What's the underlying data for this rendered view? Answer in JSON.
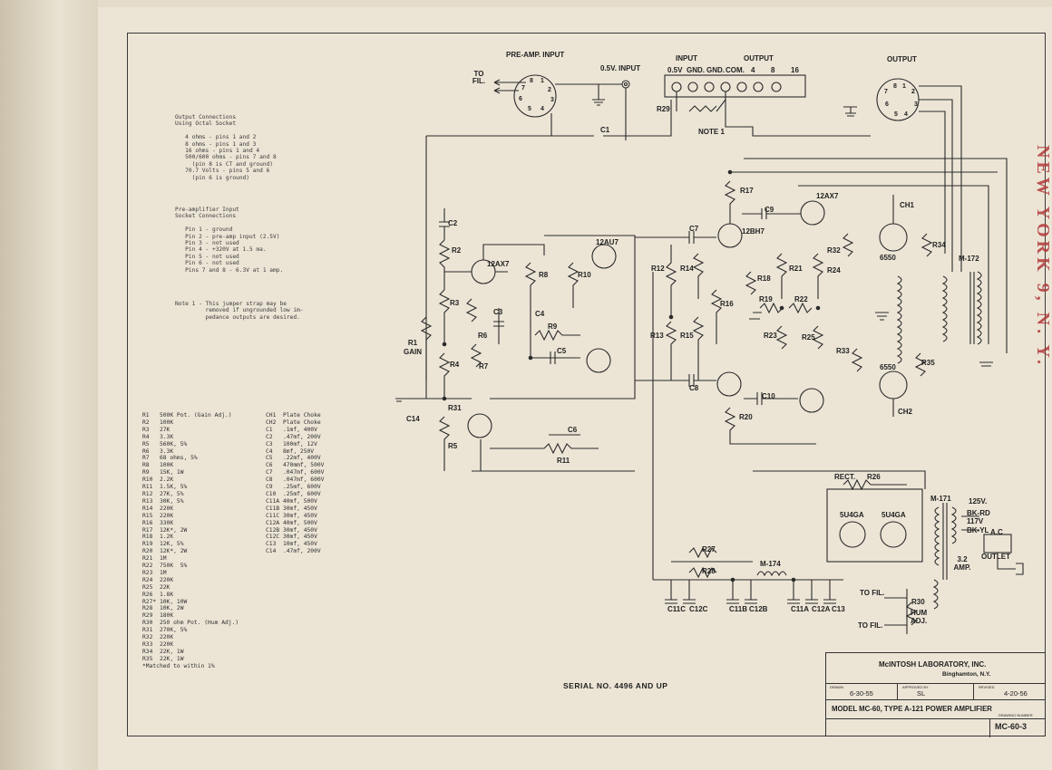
{
  "stamp": "NEW YORK 9, N. Y.",
  "serial": "SERIAL NO. 4496 AND UP",
  "notes": {
    "output_connections": "Output Connections\nUsing Octal Socket\n\n   4 ohms - pins 1 and 2\n   8 ohms - pins 1 and 3\n   16 ohms - pins 1 and 4\n   500/600 ohms - pins 7 and 8\n     (pin 8 is CT and ground)\n   70.7 Volts - pins 5 and 6\n     (pin 6 is ground)",
    "preamp_input": "Pre-amplifier Input\nSocket Connections\n\n   Pin 1 - ground\n   Pin 2 - pre-amp input (2.5V)\n   Pin 3 - not used\n   Pin 4 - +320V at 1.5 ma.\n   Pin 5 - not used\n   Pin 6 - not used\n   Pins 7 and 8 - 6.3V at 1 amp.",
    "note1": "Note 1 - This jumper strap may be\n         removed if ungrounded low im-\n         pedance outputs are desired."
  },
  "parts_resistors": [
    "R1   500K Pot. (Gain Adj.)",
    "R2   100K",
    "R3   27K",
    "R4   3.3K",
    "R5   560K, 5%",
    "R6   3.3K",
    "R7   68 ohms, 5%",
    "R8   100K",
    "R9   15K, 1W",
    "R10  2.2K",
    "R11  1.5K, 5%",
    "R12  27K, 5%",
    "R13  30K, 5%",
    "R14  220K",
    "R15  220K",
    "R16  330K",
    "R17  12K*, 2W",
    "R18  1.2K",
    "R19  12K, 5%",
    "R20  12K*, 2W",
    "R21  1M",
    "R22  750K  5%",
    "R23  1M",
    "R24  220K",
    "R25  22K",
    "R26  1.8K",
    "R27* 10K, 10W",
    "R28  10K, 2W",
    "R29  180K",
    "R30  250 ohm Pot. (Hum Adj.)",
    "R31  270K, 5%",
    "R32  220K",
    "R33  220K",
    "R34  22K, 1W",
    "R35  22K, 1W",
    "*Matched to within 1%"
  ],
  "parts_caps": [
    "CH1  Plate Choke",
    "CH2  Plate Choke",
    "",
    "C1   .1mf, 400V",
    "C2   .47mf, 200V",
    "C3   100mf, 12V",
    "C4   8mf, 250V",
    "C5   .22mf, 400V",
    "C6   470mmf, 500V",
    "C7   .047mf, 600V",
    "C8   .047mf, 600V",
    "C9   .25mf, 600V",
    "C10  .25mf, 600V",
    "C11A 40mf, 500V",
    "C11B 30mf, 450V",
    "C11C 30mf, 450V",
    "C12A 40mf, 500V",
    "C12B 30mf, 450V",
    "C12C 30mf, 450V",
    "C13  10mf, 450V",
    "C14  .47mf, 200V"
  ],
  "labels": {
    "preamp_input": "PRE-AMP. INPUT",
    "to_fil": "TO FIL.",
    "input_05v": "0.5V. INPUT",
    "input_group": "INPUT",
    "output_group": "OUTPUT",
    "terminals": [
      "0.5V",
      "GND.",
      "GND.",
      "COM.",
      "4",
      "8",
      "16"
    ],
    "output": "OUTPUT",
    "note1": "NOTE 1",
    "r29": "R29",
    "c1": "C1",
    "c2": "C2",
    "r1_gain": "R1 GAIN",
    "c14": "C14",
    "r2": "R2",
    "r3": "R3",
    "r4": "R4",
    "r5": "R5",
    "r6": "R6",
    "r7": "R7",
    "r31": "R31",
    "c3": "C3",
    "c4": "C4",
    "c5": "C5",
    "r8": "R8",
    "r9": "R9",
    "r10": "R10",
    "c6": "C6",
    "r11": "R11",
    "v1": "12AX7",
    "v2": "12AU7",
    "c7": "C7",
    "c8": "C8",
    "r12": "R12",
    "r13": "R13",
    "r14": "R14",
    "r15": "R15",
    "r16": "R16",
    "r17": "R17",
    "r18": "R18",
    "r19": "R19",
    "r20": "R20",
    "v3": "12BH7",
    "c9": "C9",
    "c10": "C10",
    "r21": "R21",
    "r22": "R22",
    "r23": "R23",
    "r25": "R25",
    "v4": "12AX7",
    "ch1": "CH1",
    "ch2": "CH2",
    "r32": "R32",
    "r24": "R24",
    "r34": "R34",
    "r33": "R33",
    "r35": "R35",
    "v5": "6550",
    "v6": "6550",
    "m172": "M-172",
    "rect": "RECT.",
    "r26": "R26",
    "v7": "5U4GA",
    "v8": "5U4GA",
    "m171": "M-171",
    "v125": "125V.",
    "bk_rd": "BK-RD",
    "v117": "117V",
    "bk_yl": "BK-YL",
    "ac": "A.C",
    "outlet": "OUTLET",
    "amp": "3.2 AMP.",
    "r27": "R27",
    "r28": "R28",
    "m174": "M-174",
    "caps": [
      "C11C",
      "C12C",
      "C11B",
      "C12B",
      "C11A",
      "C12A",
      "C13"
    ],
    "to_fil2": "TO FIL.",
    "to_fil3": "TO FIL.",
    "r30": "R30",
    "hum_adj": "HUM ADJ."
  },
  "title_block": {
    "company": "McINTOSH LABORATORY, INC.",
    "city": "Binghamton, N.Y.",
    "drawn_label": "DRAWN",
    "date": "6-30-55",
    "approved_label": "APPROVED BY",
    "approved": "SL",
    "rev_label": "REVISED",
    "rev": "4-20-56",
    "model": "MODEL MC-60, TYPE A-121 POWER AMPLIFIER",
    "dwg_label": "DRAWING NUMBER",
    "dwg": "MC-60-3"
  }
}
